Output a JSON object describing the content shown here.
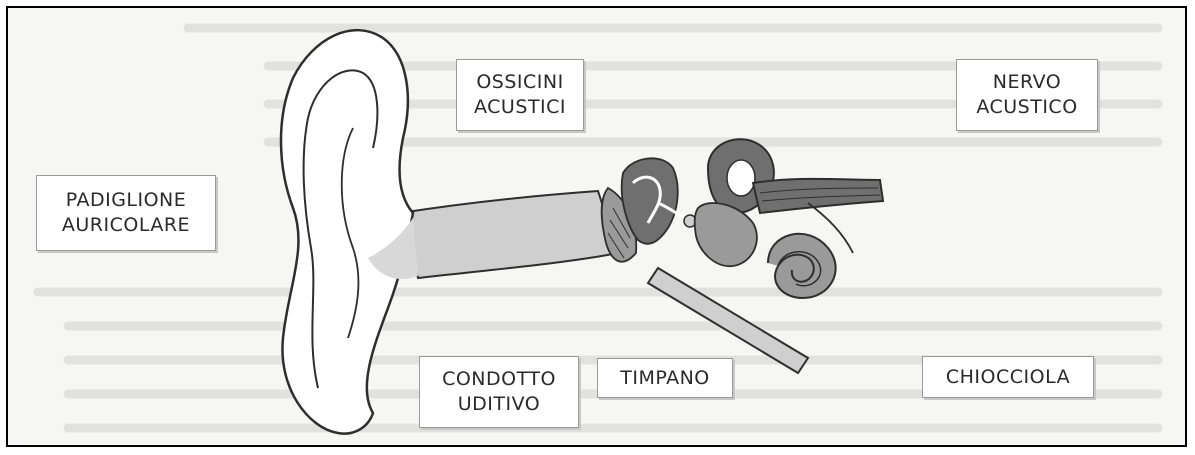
{
  "labels": {
    "padiglione": {
      "line1": "PADIGLIONE",
      "line2": "AURICOLARE"
    },
    "ossicini": {
      "line1": "OSSICINI",
      "line2": "ACUSTICI"
    },
    "nervo": {
      "line1": "NERVO",
      "line2": "ACUSTICO"
    },
    "condotto": {
      "line1": "CONDOTTO",
      "line2": "UDITIVO"
    },
    "timpano": {
      "line1": "TIMPANO"
    },
    "chiocciola": {
      "line1": "CHIOCCIOLA"
    }
  },
  "colors": {
    "background": "#f6f6f4",
    "outline": "#2e2e2e",
    "canal_fill": "#cfcfcf",
    "dark_tissue": "#6f6f6f",
    "label_border": "#9a9a9a"
  },
  "icons": {
    "figure": "ear-anatomy-illustration"
  }
}
